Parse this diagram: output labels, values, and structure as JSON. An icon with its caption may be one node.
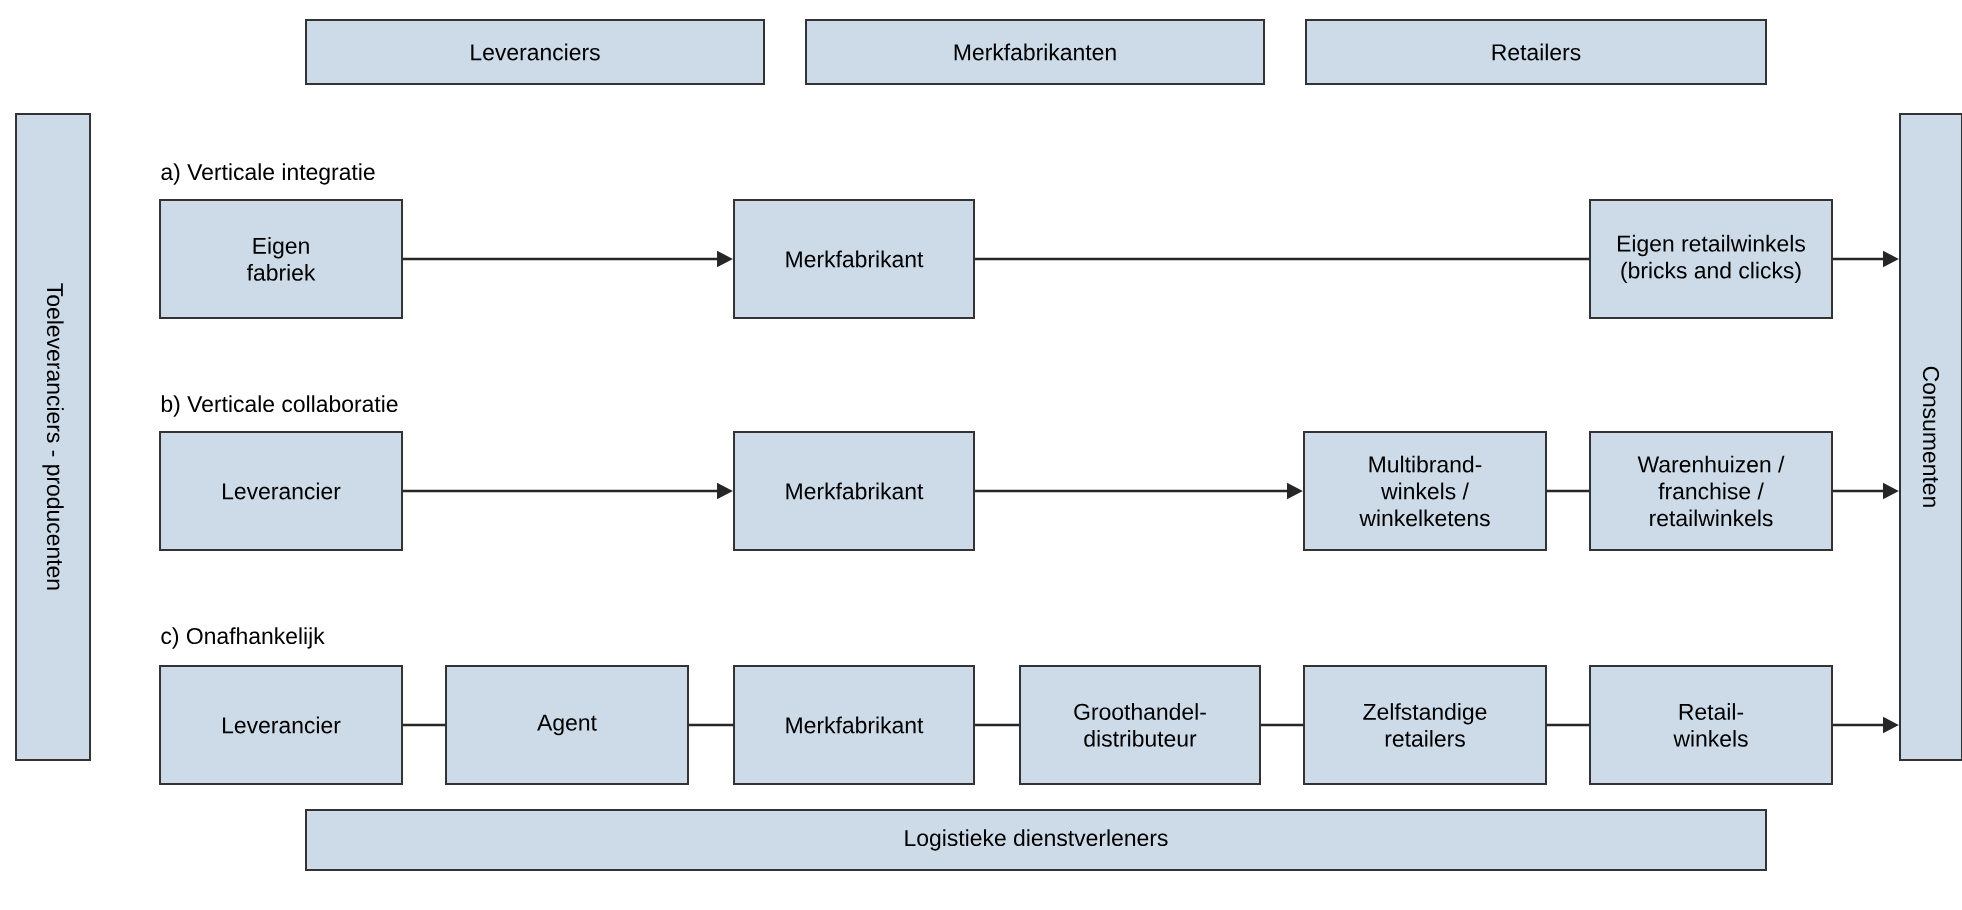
{
  "diagram": {
    "nodes": [
      {
        "text": [
          "Leveranciers"
        ]
      },
      {
        "text": [
          "Merkfabrikanten"
        ]
      },
      {
        "text": [
          "Retailers"
        ]
      },
      {
        "text": [
          "Toeleveranciers - producenten"
        ]
      },
      {
        "text": [
          "Consumenten"
        ]
      },
      {
        "text": [
          "Eigen fabriek"
        ]
      },
      {
        "text": [
          "Merkfabrikant"
        ]
      },
      {
        "text": [
          "Eigen retailwinkels (bricks and clicks)"
        ]
      },
      {
        "text": [
          "Leverancier"
        ]
      },
      {
        "text": [
          "Merkfabrikant"
        ]
      },
      {
        "text": [
          "Multibrand- winkels / winkelketens"
        ]
      },
      {
        "text": [
          "Warenhuizen / franchise / retailwinkels"
        ]
      },
      {
        "text": [
          "Leverancier"
        ]
      },
      {
        "text": [
          "Agent"
        ]
      },
      {
        "text": [
          "Merkfabrikant"
        ]
      },
      {
        "text": [
          "Groothandel- distributeur"
        ]
      },
      {
        "text": [
          "Zelfstandige retailers"
        ]
      },
      {
        "text": [
          "Retail- winkels"
        ]
      },
      {
        "text": [
          "Logistieke dienstverleners"
        ]
      }
    ],
    "edges": [
      {
        "from": 5,
        "to": 6,
        "arrow": "to"
      },
      {
        "from": 6,
        "to": 7,
        "arrow": "none"
      },
      {
        "from": 7,
        "to": 4,
        "arrow": "to"
      },
      {
        "from": 8,
        "to": 9,
        "arrow": "to"
      },
      {
        "from": 9,
        "to": 10,
        "arrow": "to"
      },
      {
        "from": 10,
        "to": 11,
        "arrow": "none"
      },
      {
        "from": 11,
        "to": 4,
        "arrow": "to"
      },
      {
        "from": 12,
        "to": 13,
        "arrow": "none"
      },
      {
        "from": 13,
        "to": 14,
        "arrow": "none"
      },
      {
        "from": 14,
        "to": 15,
        "arrow": "none"
      },
      {
        "from": 15,
        "to": 16,
        "arrow": "none"
      },
      {
        "from": 16,
        "to": 17,
        "arrow": "none"
      },
      {
        "from": 17,
        "to": 4,
        "arrow": "to"
      }
    ],
    "labels": [
      "a)  Verticale integratie",
      "b)  Verticale collaboratie",
      "c)  Onafhankelijk"
    ]
  }
}
